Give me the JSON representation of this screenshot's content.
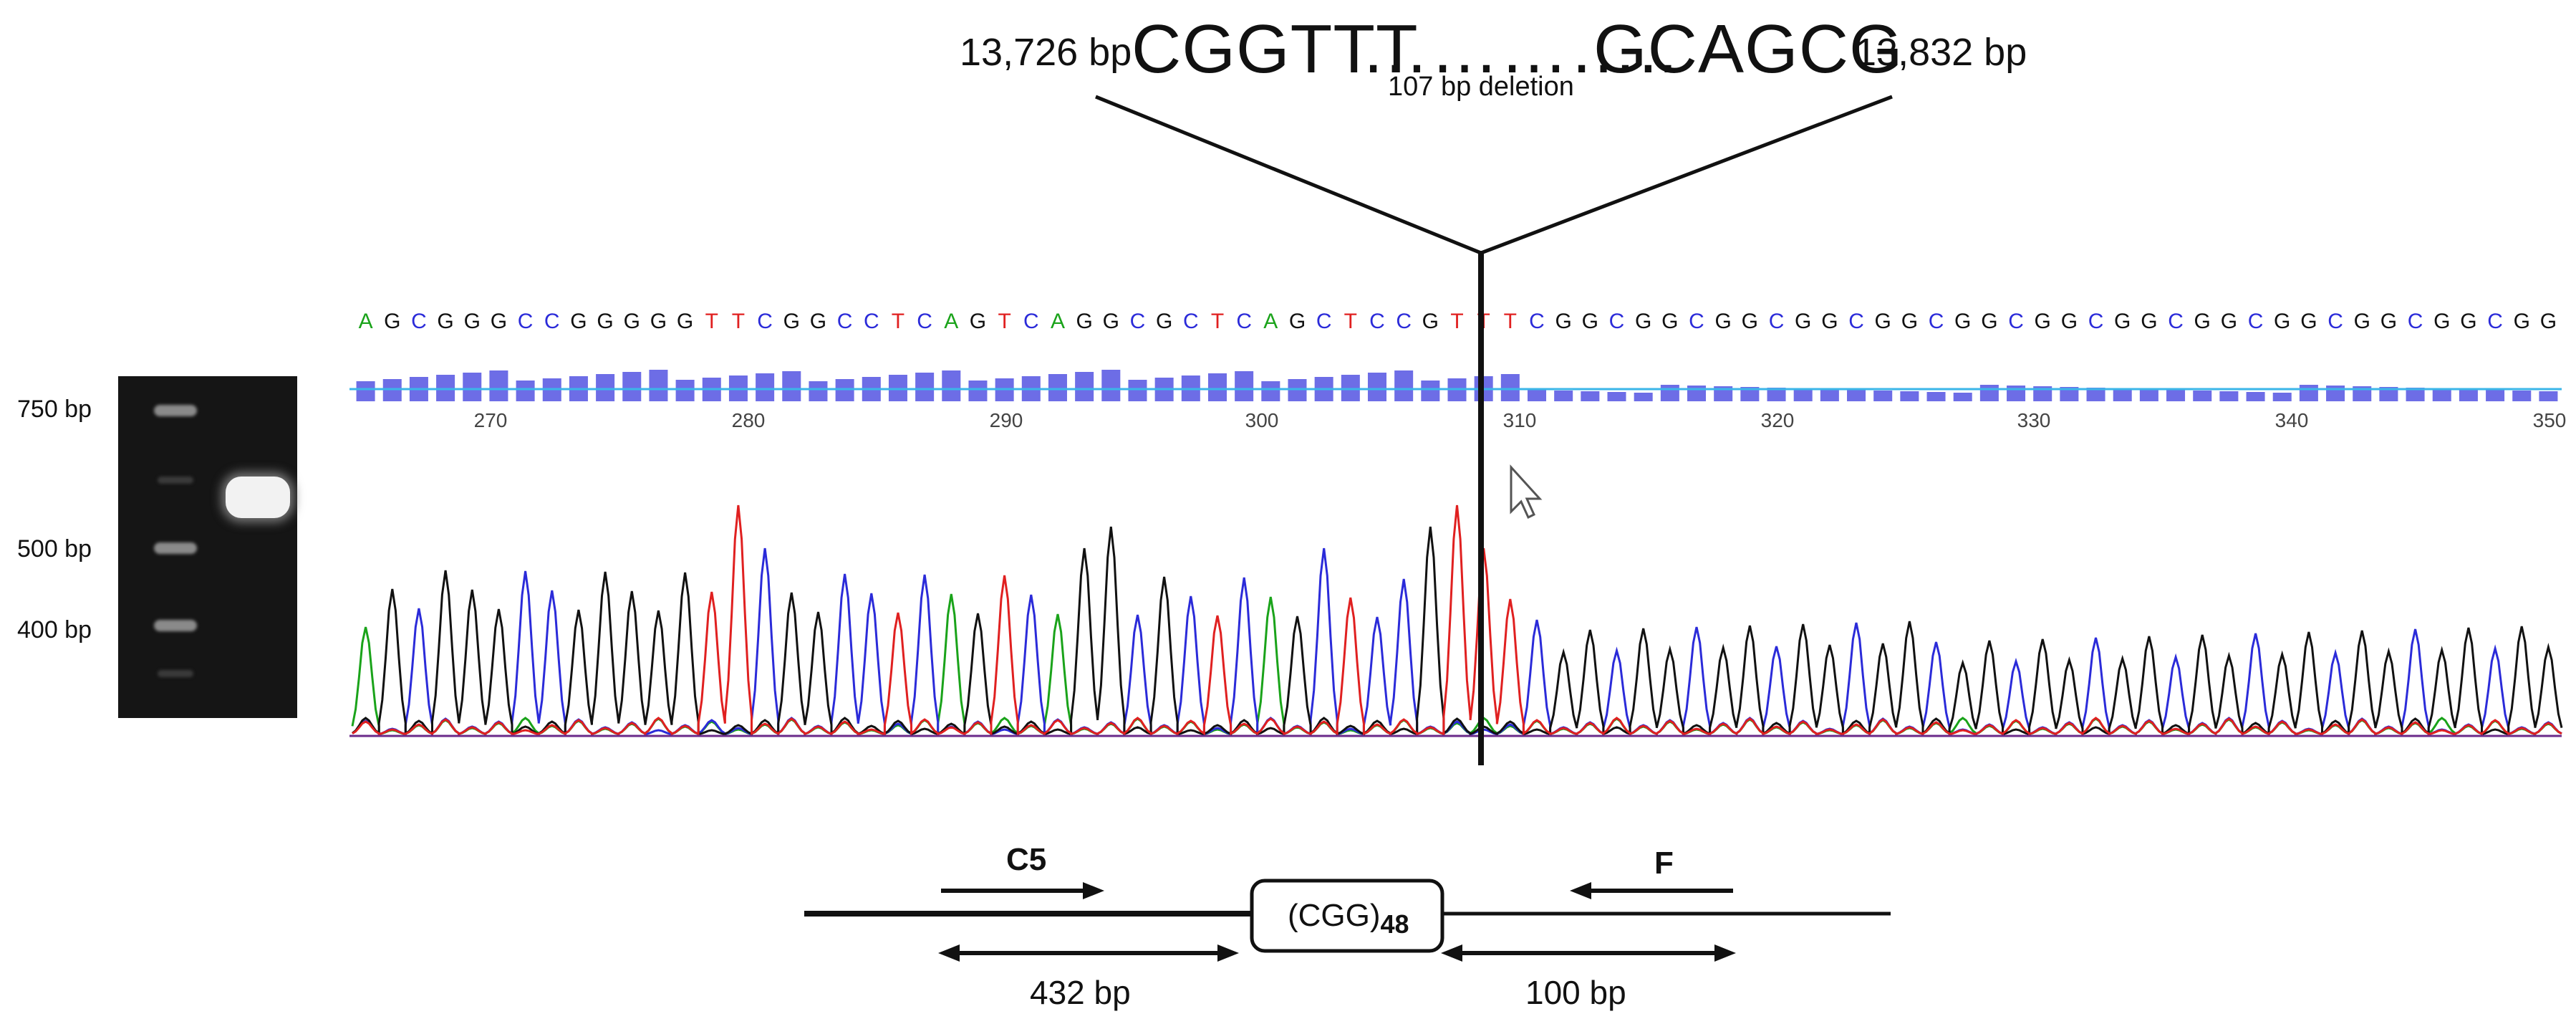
{
  "junction": {
    "left_coord": "13,726 bp",
    "left_seq": "CGGTTT",
    "dots": "…………..",
    "right_seq": "GCAGCG",
    "right_coord": "13,832 bp",
    "deletion_label": "107 bp deletion"
  },
  "gel": {
    "ladder_labels": [
      "750 bp",
      "500 bp",
      "400 bp"
    ]
  },
  "chromatogram": {
    "sequence": "AGCGGGCCGGGGGTTCGGCCTCAGTCAGGCGCTCAGCTCCGTTTCGGCGGCGGCGGCGGCGGCGGCGGCGGCGGCGGCGGCGG",
    "positions": [
      "270",
      "280",
      "290",
      "300",
      "310",
      "320",
      "330",
      "340",
      "350"
    ],
    "base_colors": {
      "A": "#1aa31a",
      "C": "#2b2bd9",
      "G": "#111111",
      "T": "#e02020"
    }
  },
  "construct": {
    "primer_left": "C5",
    "primer_right": "F",
    "repeat_label": "(CGG)",
    "repeat_subscript": "48",
    "left_distance": "432 bp",
    "right_distance": "100 bp"
  }
}
